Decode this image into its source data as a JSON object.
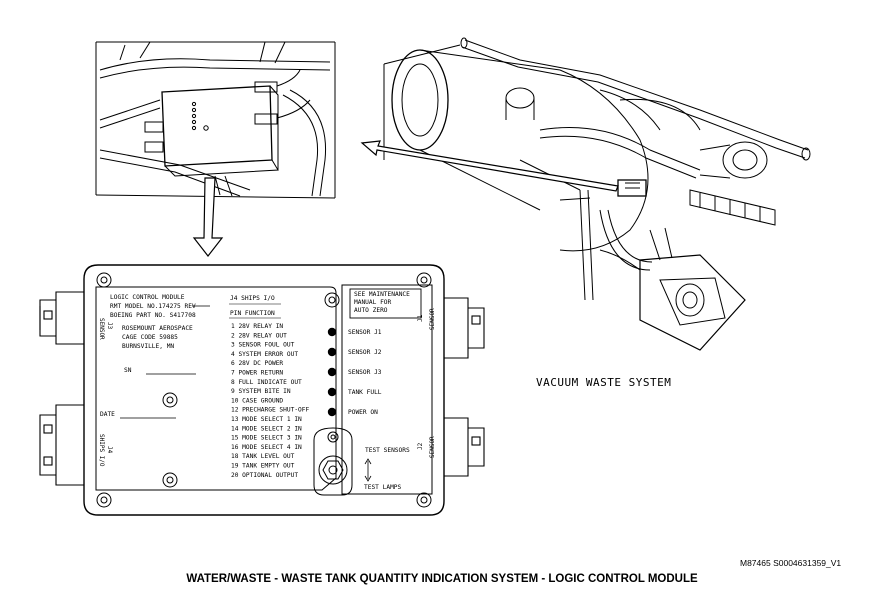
{
  "module": {
    "header": [
      "LOGIC CONTROL MODULE",
      "RMT MODEL NO.174275 REV",
      "BOEING PART NO. S417708"
    ],
    "maker": [
      "ROSEMOUNT AEROSPACE",
      "CAGE CODE 59885",
      "BURNSVILLE, MN"
    ],
    "sn_label": "SN",
    "date_label": "DATE",
    "j4_title": "J4 SHIPS I/O",
    "pin_header": "PIN   FUNCTION",
    "pins": [
      "1 28V RELAY IN",
      "2 28V RELAY OUT",
      "3 SENSOR FOUL OUT",
      "4 SYSTEM ERROR OUT",
      "6 28V DC POWER",
      "7 POWER RETURN",
      "8 FULL INDICATE OUT",
      "9 SYSTEM BITE IN",
      "10 CASE GROUND",
      "12 PRECHARGE SHUT-OFF",
      "13 MODE SELECT 1 IN",
      "14 MODE SELECT 2 IN",
      "15 MODE SELECT 3 IN",
      "16 MODE SELECT 4 IN",
      "18 TANK LEVEL OUT",
      "19 TANK EMPTY OUT",
      "20 OPTIONAL OUTPUT"
    ],
    "maintenance_note": [
      "SEE MAINTENANCE",
      "MANUAL FOR",
      "AUTO ZERO"
    ],
    "lamps": [
      "SENSOR J1",
      "SENSOR J2",
      "SENSOR J3",
      "TANK FULL",
      "POWER ON"
    ],
    "test_sensors": "TEST SENSORS",
    "test_lamps": "TEST LAMPS",
    "conn_j3": [
      "J3",
      "SENSOR"
    ],
    "conn_j4": [
      "J4",
      "SHIPS I/O"
    ],
    "conn_j1": [
      "J1",
      "SENSOR"
    ],
    "conn_j2": [
      "J2",
      "SENSOR"
    ]
  },
  "system_title": "VACUUM WASTE SYSTEM",
  "figure_id": "M87465 S0004631359_V1",
  "caption": "WATER/WASTE - WASTE TANK QUANTITY INDICATION SYSTEM - LOGIC CONTROL MODULE"
}
